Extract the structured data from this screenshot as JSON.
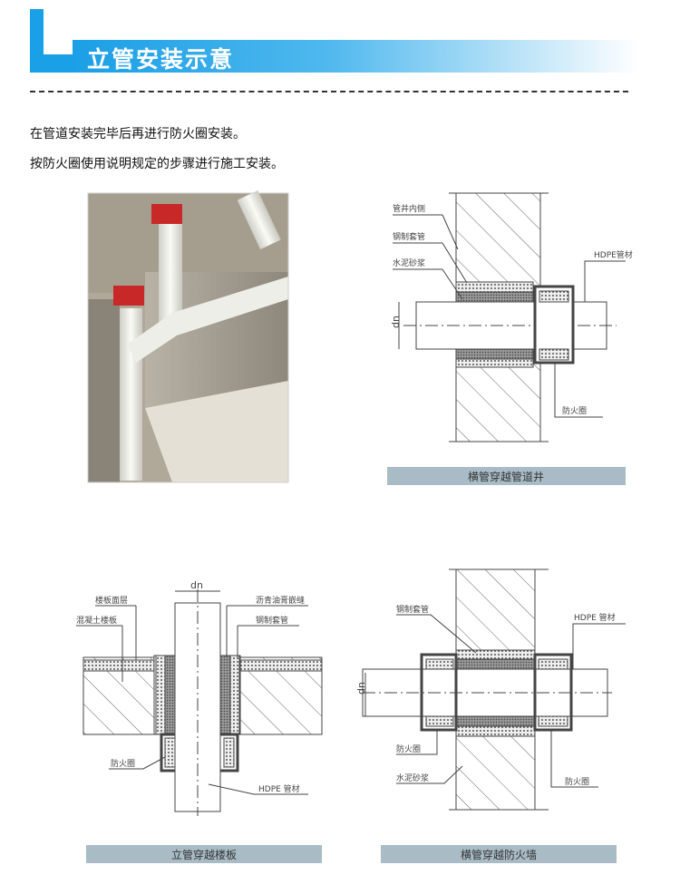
{
  "header": {
    "title": "立管安装示意"
  },
  "intro": [
    "在管道安装完毕后再进行防火圈安装。",
    "按防火圈使用说明规定的步骤进行施工安装。"
  ],
  "diagrams": {
    "shaft": {
      "caption": "横管穿越管道井",
      "labels": {
        "inner": "管井内侧",
        "sleeve": "钢制套管",
        "mortar": "水泥砂浆",
        "pipe": "HDPE管材",
        "collar": "防火圈",
        "dn": "dn"
      }
    },
    "floor": {
      "caption": "立管穿越楼板",
      "labels": {
        "surface": "楼板面层",
        "slab": "混凝土楼板",
        "asphalt": "沥青油膏嵌缝",
        "sleeve": "钢制套管",
        "collar": "防火圈",
        "pipe": "HDPE 管材",
        "dn": "dn"
      }
    },
    "firewall": {
      "caption": "横管穿越防火墙",
      "labels": {
        "sleeve": "钢制套管",
        "pipe": "HDPE 管材",
        "collar_left": "防火圈",
        "mortar": "水泥砂浆",
        "collar_right": "防火圈",
        "dn": "dn"
      }
    }
  },
  "colors": {
    "accent": "#1aa0e6",
    "caption_bar": "#a9bcc6"
  }
}
